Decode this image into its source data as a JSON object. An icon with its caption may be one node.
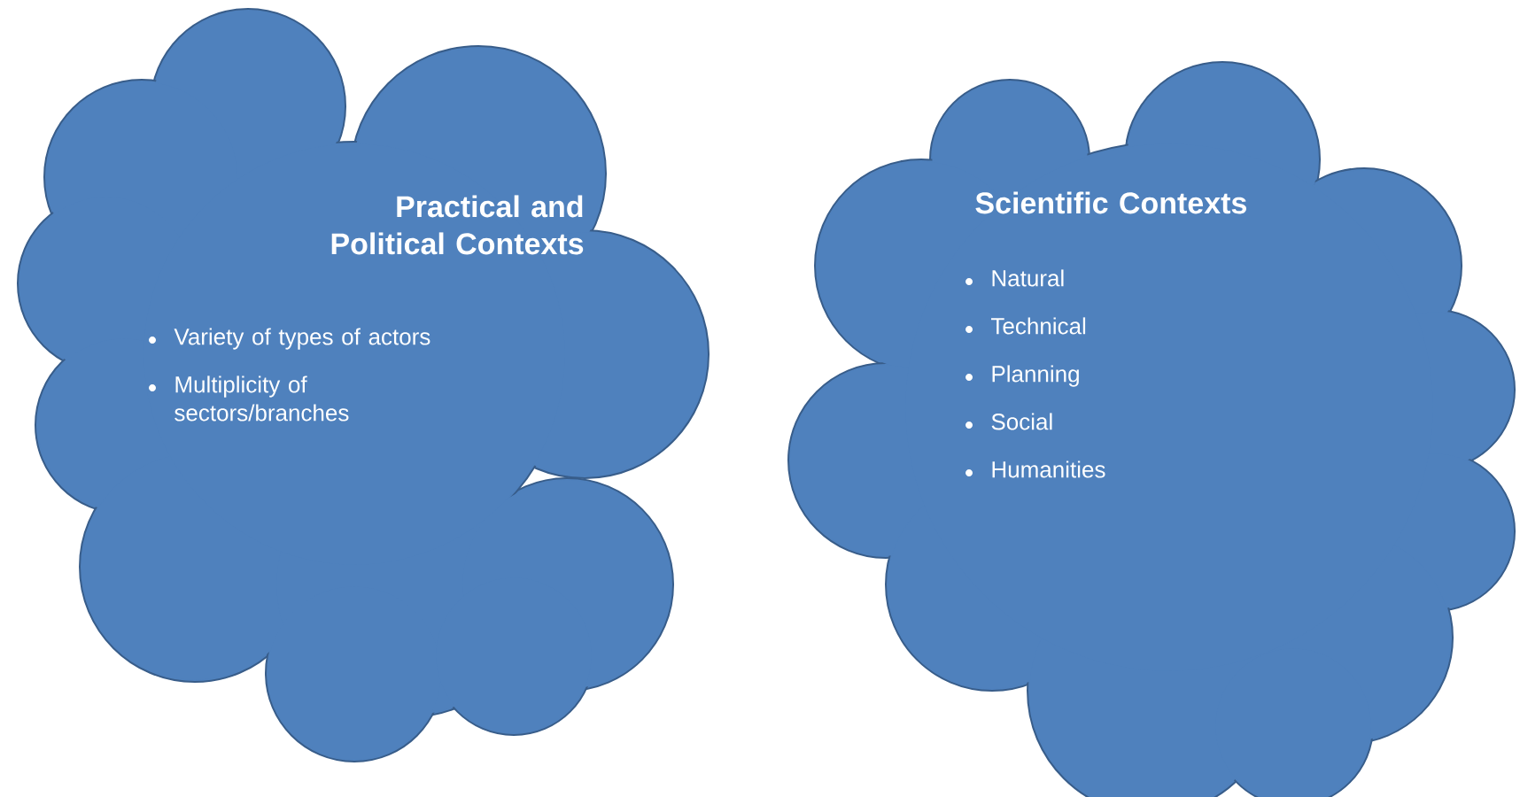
{
  "diagram": {
    "nodes": [
      {
        "text": [
          "Practical and Political Contexts",
          "Variety of types of actors",
          "Multiplicity of sectors/branches"
        ]
      },
      {
        "text": [
          "Scientific Contexts",
          "Natural",
          "Technical",
          "Planning",
          "Social",
          "Humanities"
        ]
      }
    ]
  }
}
